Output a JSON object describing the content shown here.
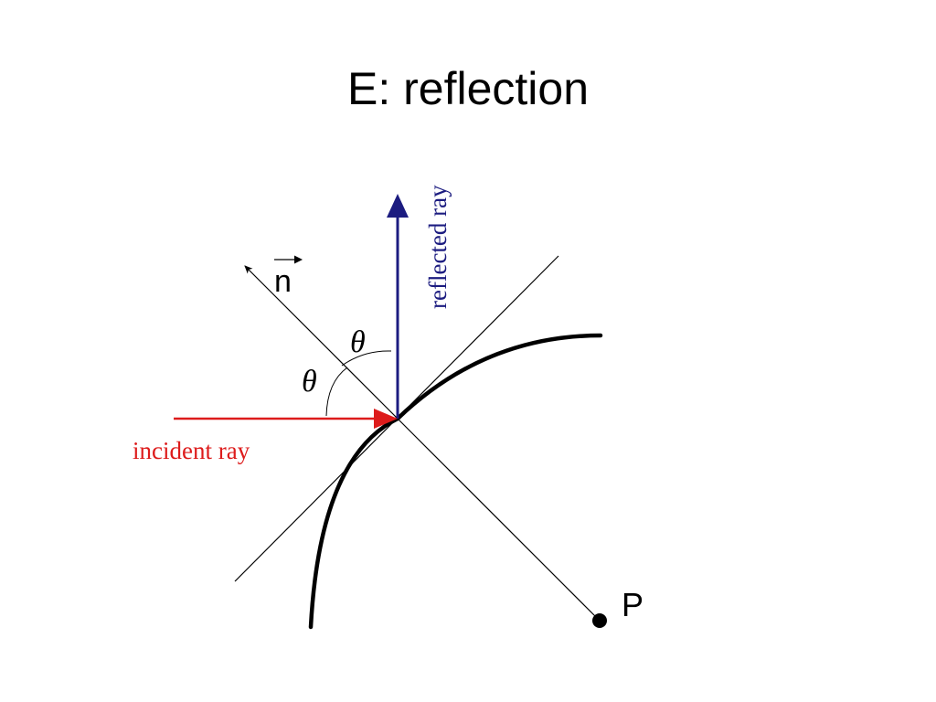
{
  "slide": {
    "title": "E: reflection"
  },
  "diagram": {
    "normal_label": "n",
    "angle_label_upper": "θ",
    "angle_label_lower": "θ",
    "reflected_ray_label": "reflected ray",
    "incident_ray_label": "incident ray",
    "point_label": "P",
    "colors": {
      "incident_ray": "#dd1b1b",
      "reflected_ray": "#1c1c80",
      "lines": "#000000"
    }
  }
}
